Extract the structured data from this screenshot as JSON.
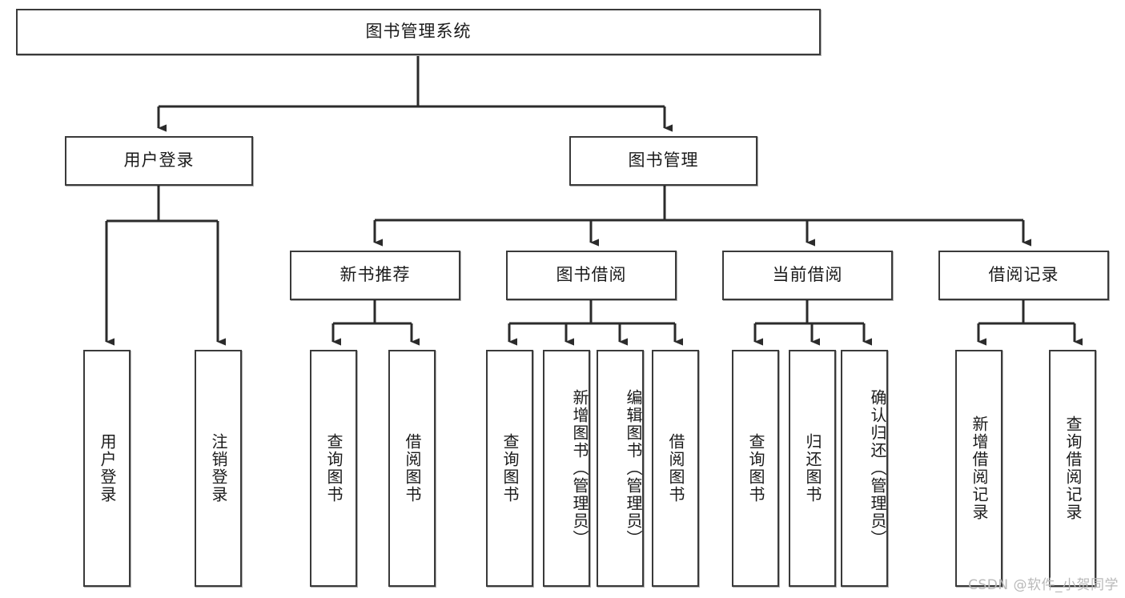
{
  "diagram": {
    "type": "tree-hierarchy",
    "title": "图书管理系统",
    "watermark": "CSDN @软件_小贺同学",
    "levels": {
      "root": {
        "label": "图书管理系统"
      },
      "level1": [
        {
          "id": "user-login",
          "label": "用户登录"
        },
        {
          "id": "book-manage",
          "label": "图书管理"
        }
      ],
      "level2": [
        {
          "id": "new-book-recommend",
          "label": "新书推荐",
          "parent": "book-manage"
        },
        {
          "id": "book-borrow",
          "label": "图书借阅",
          "parent": "book-manage"
        },
        {
          "id": "current-borrow",
          "label": "当前借阅",
          "parent": "book-manage"
        },
        {
          "id": "borrow-record",
          "label": "借阅记录",
          "parent": "book-manage"
        }
      ],
      "leaves": {
        "user-login": [
          {
            "id": "leaf-user-login",
            "label": "用户登录"
          },
          {
            "id": "leaf-logout-login",
            "label": "注销登录"
          }
        ],
        "new-book-recommend": [
          {
            "id": "leaf-query-book-1",
            "label": "查询图书"
          },
          {
            "id": "leaf-borrow-book-1",
            "label": "借阅图书"
          }
        ],
        "book-borrow": [
          {
            "id": "leaf-query-book-2",
            "label": "查询图书"
          },
          {
            "id": "leaf-add-book",
            "label": "新增图书（管理员）"
          },
          {
            "id": "leaf-edit-book",
            "label": "编辑图书（管理员）"
          },
          {
            "id": "leaf-borrow-book-2",
            "label": "借阅图书"
          }
        ],
        "current-borrow": [
          {
            "id": "leaf-query-book-3",
            "label": "查询图书"
          },
          {
            "id": "leaf-return-book",
            "label": "归还图书"
          },
          {
            "id": "leaf-confirm-return",
            "label": "确认归还（管理员）"
          }
        ],
        "borrow-record": [
          {
            "id": "leaf-add-record",
            "label": "新增借阅记录"
          },
          {
            "id": "leaf-query-record",
            "label": "查询借阅记录"
          }
        ]
      }
    },
    "colors": {
      "box_stroke": "#3a3a3a",
      "box_fill": "#ffffff",
      "edge": "#2b2b2b",
      "text": "#1b1b1b",
      "watermark": "#b9b9b9"
    }
  }
}
